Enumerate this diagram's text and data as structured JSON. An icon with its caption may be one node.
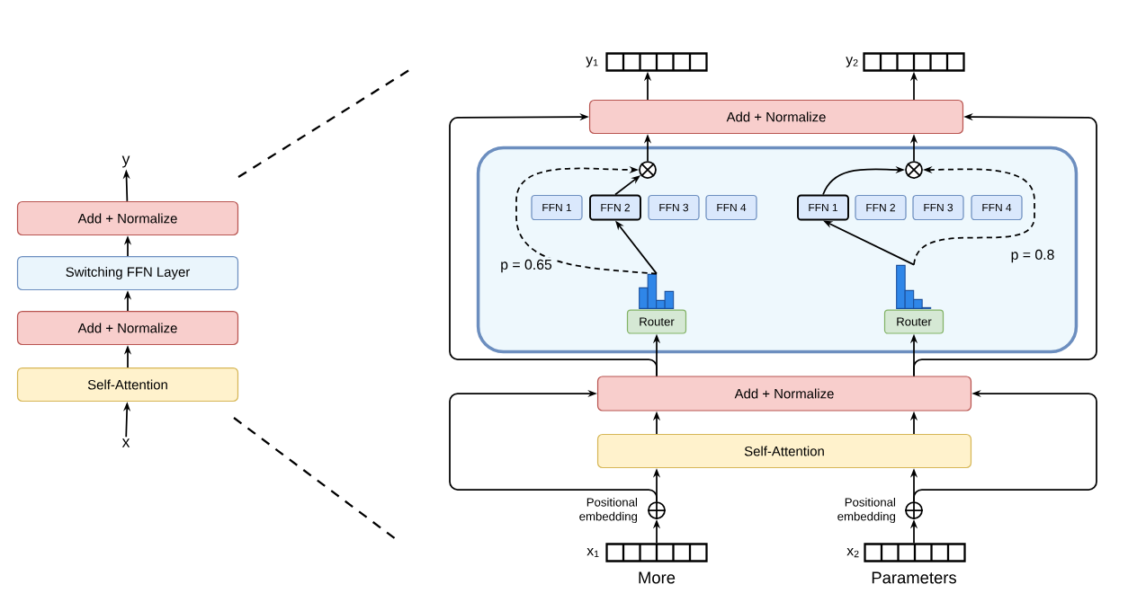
{
  "diagram": {
    "nodes": [
      {
        "text": [
          "y"
        ]
      },
      {
        "text": [
          "Add + Normalize"
        ]
      },
      {
        "text": [
          "Switching FFN Layer"
        ]
      },
      {
        "text": [
          "Add + Normalize"
        ]
      },
      {
        "text": [
          "Self-Attention"
        ]
      },
      {
        "text": [
          "x"
        ]
      },
      {
        "text": [],
        "shape": "box",
        "beside": [
          "y$_{1}$"
        ]
      },
      {
        "text": [],
        "shape": "box",
        "beside": [
          "y$_{2}$"
        ]
      },
      {
        "text": [
          "Add + Normalize"
        ]
      },
      {
        "text": [],
        "shape": "box"
      },
      {
        "text": [],
        "shape": "circle",
        "in": 9
      },
      {
        "text": [],
        "shape": "circle",
        "in": 9
      },
      {
        "text": [
          "FFN 1"
        ],
        "in": 9
      },
      {
        "text": [
          "FFN 2"
        ],
        "in": 9
      },
      {
        "text": [
          "FFN 3"
        ],
        "in": 9
      },
      {
        "text": [
          "FFN 4"
        ],
        "in": 9
      },
      {
        "text": [
          "FFN 1"
        ],
        "in": 9
      },
      {
        "text": [
          "FFN 2"
        ],
        "in": 9
      },
      {
        "text": [
          "FFN 3"
        ],
        "in": 9
      },
      {
        "text": [
          "FFN 4"
        ],
        "in": 9
      },
      {
        "text": [],
        "shape": "picture",
        "in": 9
      },
      {
        "text": [],
        "shape": "picture",
        "in": 9
      },
      {
        "text": [
          "Router"
        ],
        "in": 9
      },
      {
        "text": [
          "Router"
        ],
        "in": 9
      },
      {
        "text": [
          "Add + Normalize"
        ]
      },
      {
        "text": [
          "Self-Attention"
        ]
      },
      {
        "text": [],
        "shape": "circle",
        "beside": [
          "Positional embedding"
        ]
      },
      {
        "text": [],
        "shape": "circle",
        "beside": [
          "Positional embedding"
        ]
      },
      {
        "text": [],
        "shape": "box",
        "beside": [
          "x$_{1}$",
          "More"
        ]
      },
      {
        "text": [],
        "shape": "box",
        "beside": [
          "x$_{2}$",
          "Parameters"
        ]
      }
    ],
    "edges": [
      {
        "from": 5,
        "to": 4,
        "arrow": "to"
      },
      {
        "from": 4,
        "to": 3,
        "arrow": "to"
      },
      {
        "from": 3,
        "to": 2,
        "arrow": "to"
      },
      {
        "from": 2,
        "to": 1,
        "arrow": "to"
      },
      {
        "from": 1,
        "to": 0,
        "arrow": "to"
      },
      {
        "from": 28,
        "to": 26,
        "arrow": "to"
      },
      {
        "from": 26,
        "to": 25,
        "arrow": "to"
      },
      {
        "from": 29,
        "to": 27,
        "arrow": "to"
      },
      {
        "from": 27,
        "to": 25,
        "arrow": "to"
      },
      {
        "from": 26,
        "to": 24,
        "arrow": "to"
      },
      {
        "from": 27,
        "to": 24,
        "arrow": "to"
      },
      {
        "from": 25,
        "to": 24,
        "arrow": "to"
      },
      {
        "from": 25,
        "to": 24,
        "arrow": "to"
      },
      {
        "from": 24,
        "to": 22,
        "arrow": "to"
      },
      {
        "from": 24,
        "to": 23,
        "arrow": "to"
      },
      {
        "from": 24,
        "to": 8,
        "arrow": "to"
      },
      {
        "from": 24,
        "to": 8,
        "arrow": "to"
      },
      {
        "from": 20,
        "to": 13,
        "arrow": "to"
      },
      {
        "from": 13,
        "to": 10,
        "arrow": "to"
      },
      {
        "from": 20,
        "to": 10,
        "arrow": "to",
        "style": "dashed",
        "label": "p = 0.65"
      },
      {
        "from": 10,
        "to": 8,
        "arrow": "to"
      },
      {
        "from": 21,
        "to": 16,
        "arrow": "to"
      },
      {
        "from": 16,
        "to": 11,
        "arrow": "to"
      },
      {
        "from": 21,
        "to": 11,
        "arrow": "to",
        "style": "dashed",
        "label": "p = 0.8"
      },
      {
        "from": 11,
        "to": 8,
        "arrow": "to"
      },
      {
        "from": 8,
        "to": 6,
        "arrow": "to"
      },
      {
        "from": 8,
        "to": 7,
        "arrow": "to"
      }
    ]
  }
}
